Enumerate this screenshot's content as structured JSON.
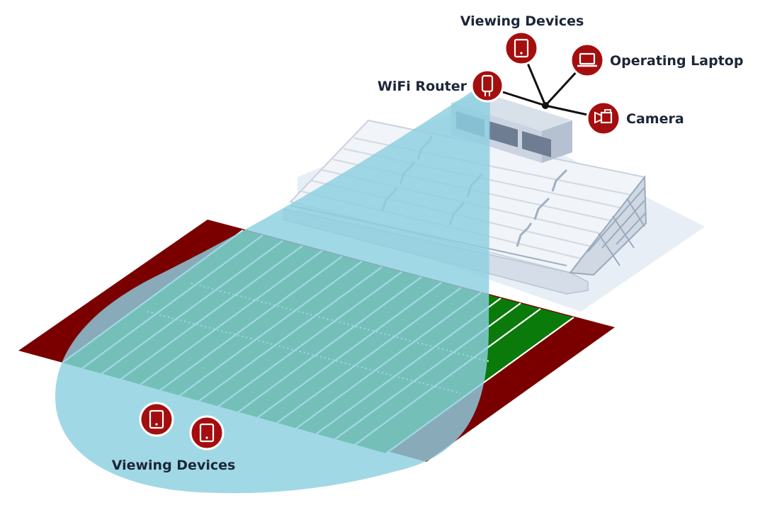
{
  "labels": {
    "viewing_devices_top": "Viewing Devices",
    "operating_laptop": "Operating Laptop",
    "wifi_router": "WiFi Router",
    "camera": "Camera",
    "viewing_devices_bottom": "Viewing Devices"
  },
  "icons": {
    "router": "wifi-router-icon",
    "tablet": "tablet-icon",
    "laptop": "laptop-icon",
    "camera": "video-camera-icon"
  },
  "colors": {
    "icon_badge": "#a50e0e",
    "icon_badge_border": "#ffffff",
    "wifi_coverage": "#8ccfe0",
    "field_green": "#0a7a0a",
    "field_maroon": "#7a0000",
    "connector_line": "#111111",
    "label_text": "#1c2638"
  }
}
